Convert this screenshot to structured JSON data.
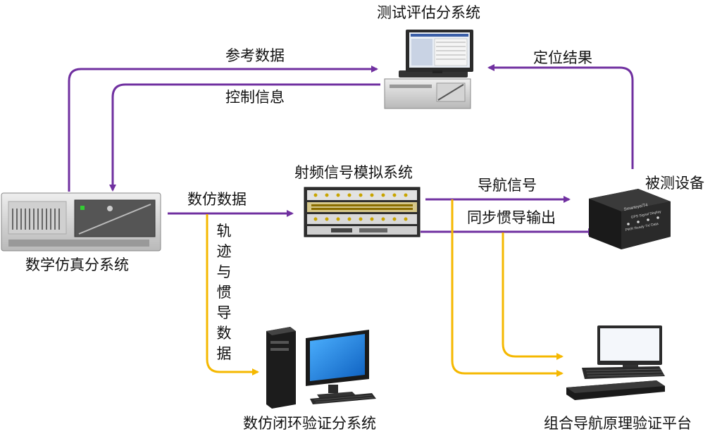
{
  "nodes": {
    "test_eval": "测试评估分系统",
    "digital_sim": "数学仿真分系统",
    "rf_sim": "射频信号模拟系统",
    "dut": "被测设备",
    "closed_loop": "数仿闭环验证分系统",
    "integrated_nav": "组合导航原理验证平台"
  },
  "edges": {
    "ref_data": "参考数据",
    "control_info": "控制信息",
    "positioning_result": "定位结果",
    "sim_data": "数仿数据",
    "nav_signal": "导航信号",
    "sync_imu_output": "同步惯导输出",
    "trajectory_imu_data": "轨迹与惯导数据"
  },
  "device_text": {
    "dut_brand": "Smarteye/T4",
    "dut_labels": "GPS  Signal  Display",
    "dut_leds": "PWR  Ready  Tx/  Data"
  },
  "colors": {
    "purple": "#7030a0",
    "yellow": "#f5b800"
  }
}
